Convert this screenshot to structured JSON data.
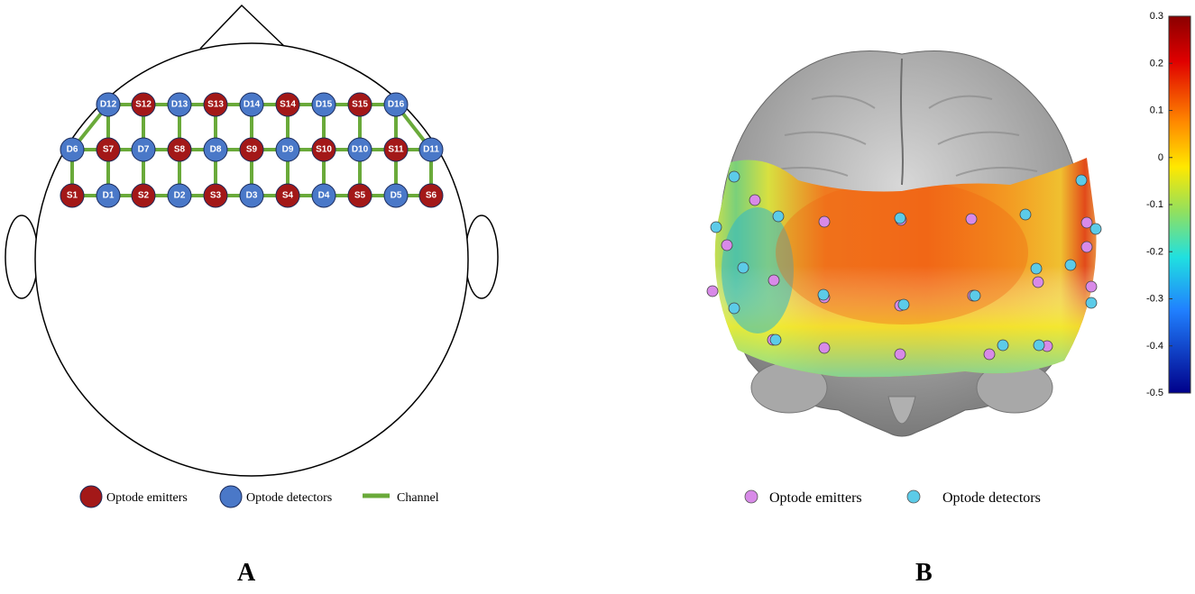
{
  "panel_a": {
    "letter": "A",
    "rows": [
      [
        "D12",
        "S12",
        "D13",
        "S13",
        "D14",
        "S14",
        "D15",
        "S15",
        "D16"
      ],
      [
        "D6",
        "S7",
        "D7",
        "S8",
        "D8",
        "S9",
        "D9",
        "S10",
        "D10",
        "S11",
        "D11"
      ],
      [
        "S1",
        "D1",
        "S2",
        "D2",
        "S3",
        "D3",
        "S4",
        "D4",
        "S5",
        "D5",
        "S6"
      ]
    ],
    "legend": {
      "emitters": "Optode emitters",
      "detectors": "Optode detectors",
      "channel": "Channel"
    }
  },
  "panel_b": {
    "letter": "B",
    "colorbar_ticks": [
      "0.3",
      "0.2",
      "0.1",
      "0",
      "-0.1",
      "-0.2",
      "-0.3",
      "-0.4",
      "-0.5"
    ],
    "legend": {
      "emitters": "Optode emitters",
      "detectors": "Optode detectors"
    }
  },
  "colors": {
    "emitter": "#a31818",
    "detector": "#4a78c8",
    "channel": "#6aaa3a",
    "emitter_b": "#d88ae8",
    "detector_b": "#5ccbe8"
  }
}
